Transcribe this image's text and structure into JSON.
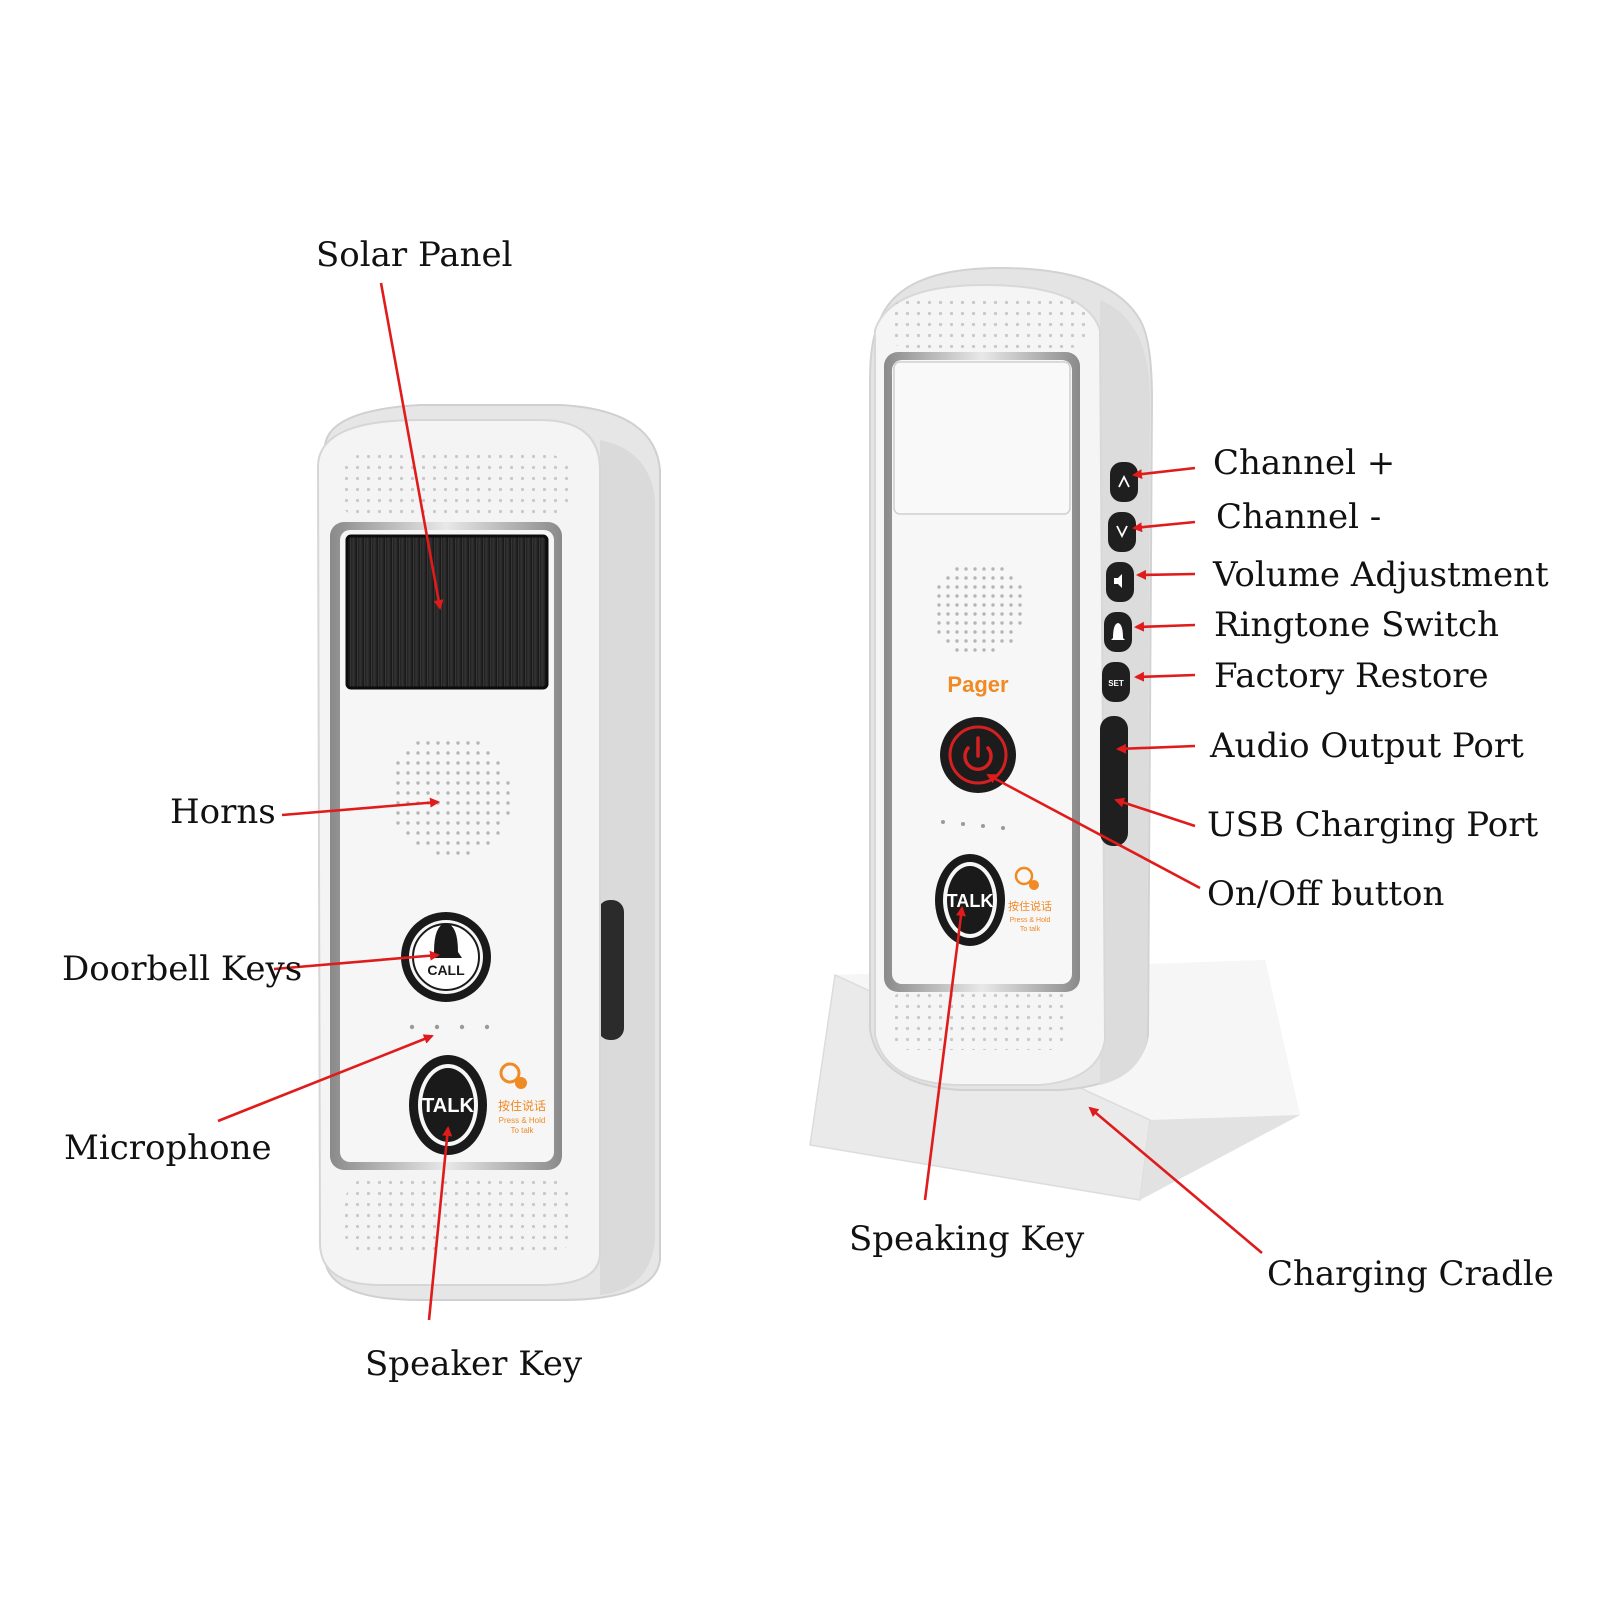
{
  "labels": {
    "solar_panel": "Solar Panel",
    "horns": "Horns",
    "doorbell_keys": "Doorbell Keys",
    "microphone": "Microphone",
    "speaker_key": "Speaker Key",
    "channel_plus": "Channel +",
    "channel_minus": "Channel -",
    "volume_adjustment": "Volume Adjustment",
    "ringtone_switch": "Ringtone Switch",
    "factory_restore": "Factory Restore",
    "audio_output_port": "Audio Output Port",
    "usb_charging_port": "USB Charging Port",
    "on_off_button": "On/Off button",
    "speaking_key": "Speaking Key",
    "charging_cradle": "Charging Cradle"
  },
  "device": {
    "call_text": "CALL",
    "talk_text_left": "TALK",
    "talk_text_right": "TALK",
    "pager_text": "Pager",
    "set_text": "SET",
    "cn_text_left": "按住说话",
    "hold_text_left_1": "Press & Hold",
    "hold_text_left_2": "To talk",
    "cn_text_right": "按住说话",
    "hold_text_right_1": "Press & Hold",
    "hold_text_right_2": "To talk"
  },
  "colors": {
    "arrow": "#e01b1b",
    "accent_orange": "#f08a24",
    "power_red": "#d42020",
    "device_body": "#f2f2f2"
  }
}
